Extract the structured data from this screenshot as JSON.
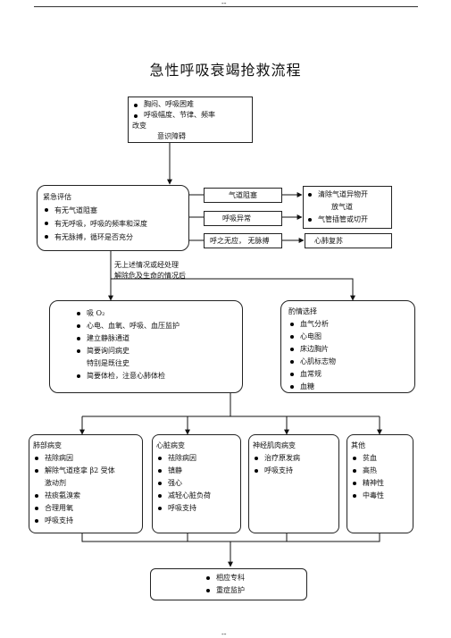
{
  "header": {
    "top_mark": "--",
    "bottom_mark": "--"
  },
  "title": "急性呼吸衰竭抢救流程",
  "symptoms": {
    "items": [
      "胸闷、呼吸困难",
      "呼吸幅度、节律、频率"
    ],
    "cont": [
      "改变",
      "意识障碍"
    ]
  },
  "assess": {
    "title": "紧急评估",
    "items": [
      "有无气道阻塞",
      "有无呼吸，呼吸的频率和深度",
      "有无脉搏，循环是否充分"
    ]
  },
  "branches": [
    {
      "cond": "气道阻塞",
      "action_items": [
        "清除气道异物开"
      ],
      "action_cont": "放气道",
      "action_items2": [
        "气管插管或切开"
      ]
    },
    {
      "cond": "呼吸异常"
    },
    {
      "cond": "呼之无应， 无脉搏",
      "action": "心肺复苏"
    }
  ],
  "middle_label": [
    "无上述情况或经处理",
    "解除危及生命的情况后"
  ],
  "care": {
    "items": [
      "吸 O₂",
      "心电、血氧、呼吸、血压监护",
      "建立静脉通道",
      "简要询问病史"
    ],
    "cont": "特别是既往史",
    "items2": [
      "简要体检，注意心肺体检"
    ]
  },
  "optional": {
    "title": "酌情选择",
    "items": [
      "血气分析",
      "心电图",
      "床边胸片",
      "心肌标志物",
      "血常规",
      "血糖"
    ]
  },
  "diseases": [
    {
      "title": "肺部病变",
      "items": [
        "祛除病因",
        "解除气道痉挛  β2 受体"
      ],
      "cont": "激动剂",
      "items2": [
        "祛痰氨溴索",
        "合理用氧",
        "呼吸支持"
      ]
    },
    {
      "title": "心脏病变",
      "items": [
        "祛除病因",
        "镇静",
        "强心",
        "减轻心脏负荷",
        "呼吸支持"
      ]
    },
    {
      "title": "神经肌肉病变",
      "items": [
        "治疗原发病",
        "呼吸支持"
      ]
    },
    {
      "title": "其他",
      "items": [
        "贫血",
        "高热",
        "精神性",
        "中毒性"
      ]
    }
  ],
  "final": {
    "items": [
      "相应专科",
      "重症监护"
    ]
  }
}
